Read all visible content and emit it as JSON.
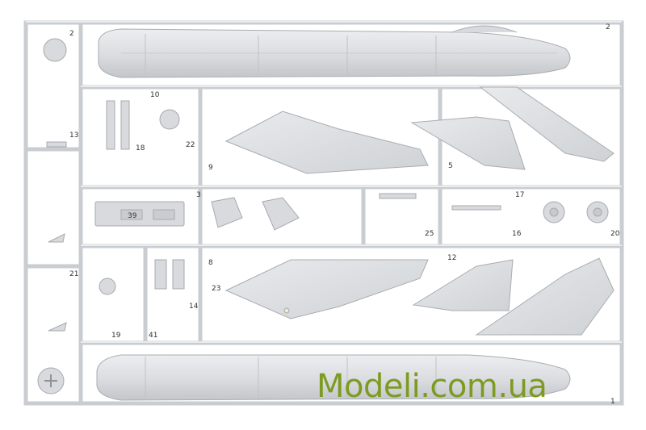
{
  "image": {
    "subject": "plastic model kit sprue",
    "color": "#dcdee0",
    "shadow": "#b8bbbf",
    "edge": "#9ea2a6"
  },
  "watermark": {
    "text": "Modeli.com.ua",
    "color": "#7d9b22"
  },
  "part_numbers": [
    "2",
    "2",
    "10",
    "13",
    "18",
    "22",
    "9",
    "3",
    "39",
    "5",
    "17",
    "25",
    "16",
    "20",
    "8",
    "23",
    "12",
    "14",
    "19",
    "41",
    "21",
    "1"
  ]
}
